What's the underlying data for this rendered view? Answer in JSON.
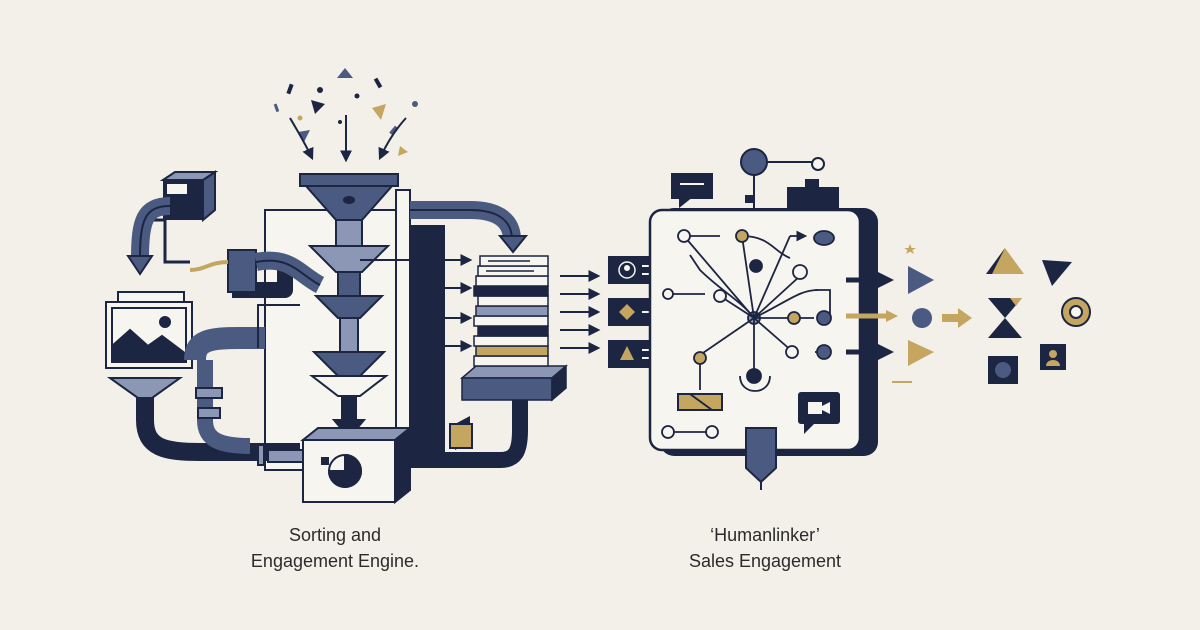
{
  "captions": {
    "left": {
      "line1": "Sorting and",
      "line2": "Engagement Engine."
    },
    "right": {
      "line1": "‘Humanlinker’",
      "line2": "Sales Engagement"
    }
  },
  "colors": {
    "background": "#f3f0ea",
    "navy": "#1c2541",
    "slate": "#4a5a80",
    "slate_light": "#8b97b5",
    "gold": "#c4a661",
    "paper": "#f7f5f0"
  },
  "icons": [
    "funnel-icon",
    "pie-chart-icon",
    "image-icon",
    "stacked-documents-icon",
    "contact-card-icon",
    "network-graph-icon",
    "video-chat-icon",
    "bookmark-icon",
    "triangle-icon",
    "hourglass-icon",
    "ring-icon",
    "user-square-icon"
  ]
}
